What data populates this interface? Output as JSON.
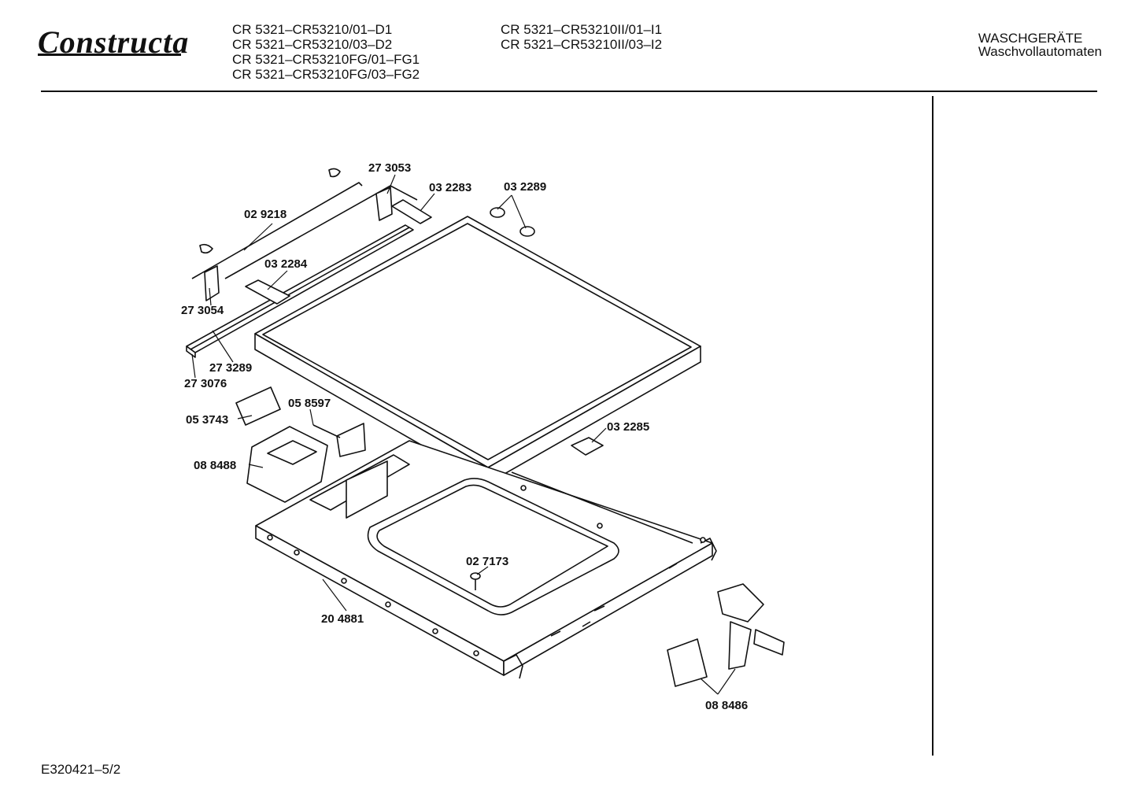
{
  "brand": "Constructa",
  "models_left": [
    "CR 5321–CR53210/01–D1",
    "CR 5321–CR53210/03–D2",
    "CR 5321–CR53210FG/01–FG1",
    "CR 5321–CR53210FG/03–FG2"
  ],
  "models_right": [
    "CR 5321–CR53210II/01–I1",
    "CR 5321–CR53210II/03–I2"
  ],
  "category": {
    "title": "WASCHGERÄTE",
    "subtitle": "Waschvollautomaten"
  },
  "footer_code": "E320421–5/2",
  "parts": {
    "p273053": "27 3053",
    "p032283": "03 2283",
    "p032289": "03 2289",
    "p029218": "02 9218",
    "p032284": "03 2284",
    "p273054": "27 3054",
    "p273289": "27 3289",
    "p273076": "27 3076",
    "p058597": "05 8597",
    "p053743": "05 3743",
    "p088488": "08 8488",
    "p032285": "03 2285",
    "p027173": "02 7173",
    "p204881": "20 4881",
    "p088486": "08 8486"
  }
}
